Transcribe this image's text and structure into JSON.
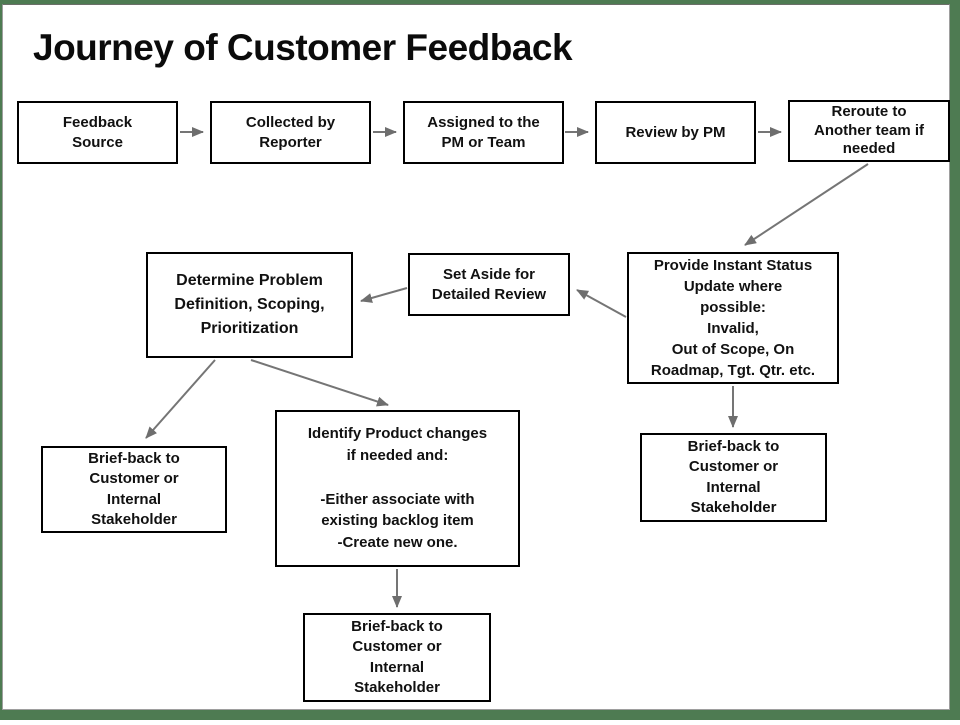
{
  "page": {
    "title": "Journey of Customer Feedback"
  },
  "colors": {
    "frame_green": "#4e7b52",
    "arrow_gray": "#757575",
    "box_border": "#000000",
    "box_fill": "#ffffff",
    "text": "#111111"
  },
  "diagram": {
    "type": "flowchart",
    "nodes": [
      {
        "id": "feedback-source",
        "label": "Feedback\nSource"
      },
      {
        "id": "collected-by-reporter",
        "label": "Collected by\nReporter"
      },
      {
        "id": "assigned-to-pm-or-team",
        "label": "Assigned to the\nPM or Team"
      },
      {
        "id": "review-by-pm",
        "label": "Review by PM"
      },
      {
        "id": "reroute-another-team",
        "label": "Reroute to\nAnother team if\nneeded"
      },
      {
        "id": "provide-instant-status",
        "label": "Provide Instant Status\nUpdate where\npossible:\nInvalid,\nOut of Scope, On\nRoadmap, Tgt. Qtr. etc."
      },
      {
        "id": "set-aside-review",
        "label": "Set Aside for\nDetailed Review"
      },
      {
        "id": "determine-problem",
        "label": "Determine Problem\nDefinition, Scoping,\nPrioritization"
      },
      {
        "id": "brief-back-left",
        "label": "Brief-back to\nCustomer or\nInternal\nStakeholder"
      },
      {
        "id": "identify-product-changes",
        "label": "Identify Product changes\nif needed and:\n\n-Either associate with\nexisting backlog item\n-Create new one."
      },
      {
        "id": "brief-back-right",
        "label": "Brief-back to\nCustomer or\nInternal\nStakeholder"
      },
      {
        "id": "brief-back-bottom",
        "label": "Brief-back to\nCustomer or\nInternal\nStakeholder"
      }
    ],
    "edges": [
      {
        "from": "feedback-source",
        "to": "collected-by-reporter"
      },
      {
        "from": "collected-by-reporter",
        "to": "assigned-to-pm-or-team"
      },
      {
        "from": "assigned-to-pm-or-team",
        "to": "review-by-pm"
      },
      {
        "from": "review-by-pm",
        "to": "reroute-another-team"
      },
      {
        "from": "reroute-another-team",
        "to": "provide-instant-status"
      },
      {
        "from": "provide-instant-status",
        "to": "set-aside-review"
      },
      {
        "from": "set-aside-review",
        "to": "determine-problem"
      },
      {
        "from": "determine-problem",
        "to": "brief-back-left"
      },
      {
        "from": "determine-problem",
        "to": "identify-product-changes"
      },
      {
        "from": "provide-instant-status",
        "to": "brief-back-right"
      },
      {
        "from": "identify-product-changes",
        "to": "brief-back-bottom"
      }
    ]
  }
}
